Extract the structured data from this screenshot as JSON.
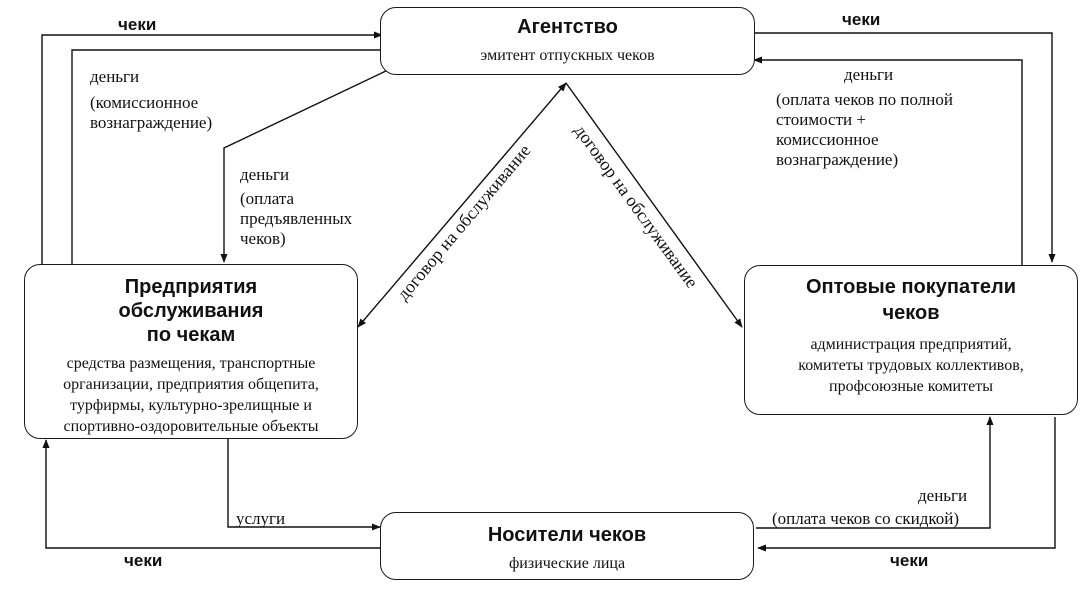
{
  "nodes": {
    "agency": {
      "title": "Агентство",
      "subtitle": "эмитент отпускных чеков"
    },
    "service_enterprises": {
      "title": "Предприятия обслуживания по чекам",
      "title_lines": [
        "Предприятия",
        "обслуживания",
        "по чекам"
      ],
      "description_lines": [
        "средства размещения, транспортные",
        "организации, предприятия общепита,",
        "турфирмы, культурно-зрелищные и",
        "спортивно-оздоровительные объекты"
      ]
    },
    "wholesale_buyers": {
      "title_lines": [
        "Оптовые покупатели",
        "чеков"
      ],
      "description_lines": [
        "администрация предприятий,",
        "комитеты трудовых коллективов,",
        "профсоюзные комитеты"
      ]
    },
    "holders": {
      "title": "Носители чеков",
      "subtitle": "физические лица"
    }
  },
  "edges": {
    "checks_left_top": "чеки",
    "checks_right_top": "чеки",
    "checks_left_bottom": "чеки",
    "checks_right_bottom": "чеки",
    "money_commission_lines": [
      "деньги",
      "(комиссионное",
      "вознаграждение)"
    ],
    "money_presented_lines": [
      "деньги",
      "(оплата",
      "предъявленных",
      "чеков)"
    ],
    "money_full_lines": [
      "деньги",
      "(оплата чеков по полной",
      "стоимости +",
      "комиссионное",
      "вознаграждение)"
    ],
    "money_discount_lines": [
      "деньги",
      "(оплата чеков со скидкой)"
    ],
    "services": "услуги",
    "contract_left": "договор на обслуживание",
    "contract_right": "договор на обслуживание"
  },
  "colors": {
    "ink": "#111111",
    "background": "#ffffff"
  }
}
